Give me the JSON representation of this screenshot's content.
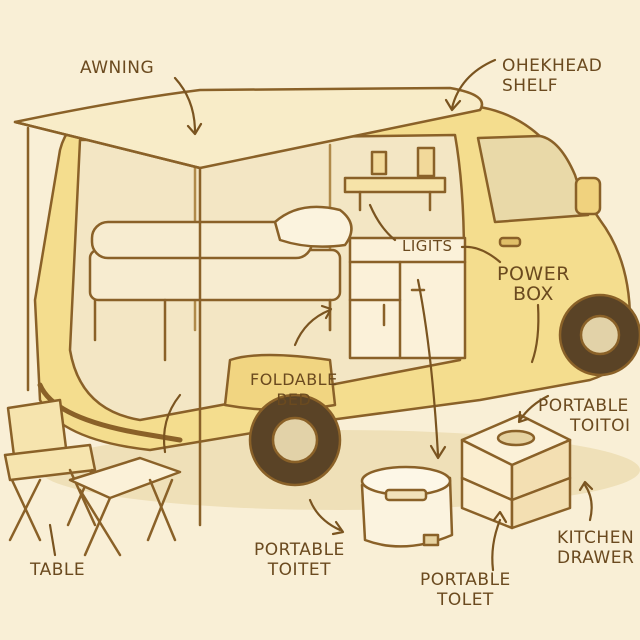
{
  "labels": {
    "awning": "AWNING",
    "overhead_shelf": [
      "OHEKHEAD",
      "SHELF"
    ],
    "lights": "LIGITS",
    "power_box": [
      "POWER",
      "BOX"
    ],
    "foldable_bed": [
      "FOLDABLE",
      "BED"
    ],
    "portable_toitoi": [
      "PORTABLE",
      "TOITOI"
    ],
    "kitchen_drawer": [
      "KITCHEN",
      "DRAWER"
    ],
    "table": "TABLE",
    "portable_toitet": [
      "PORTABLE",
      "TOITET"
    ],
    "portable_tolet": [
      "PORTABLE",
      "TOLET"
    ]
  },
  "colors": {
    "background": "#f9efd6",
    "ink": "#6b4a1f",
    "body": "#f4dd8e",
    "body_shade": "#e8c872",
    "interior": "#f3e6c4"
  }
}
